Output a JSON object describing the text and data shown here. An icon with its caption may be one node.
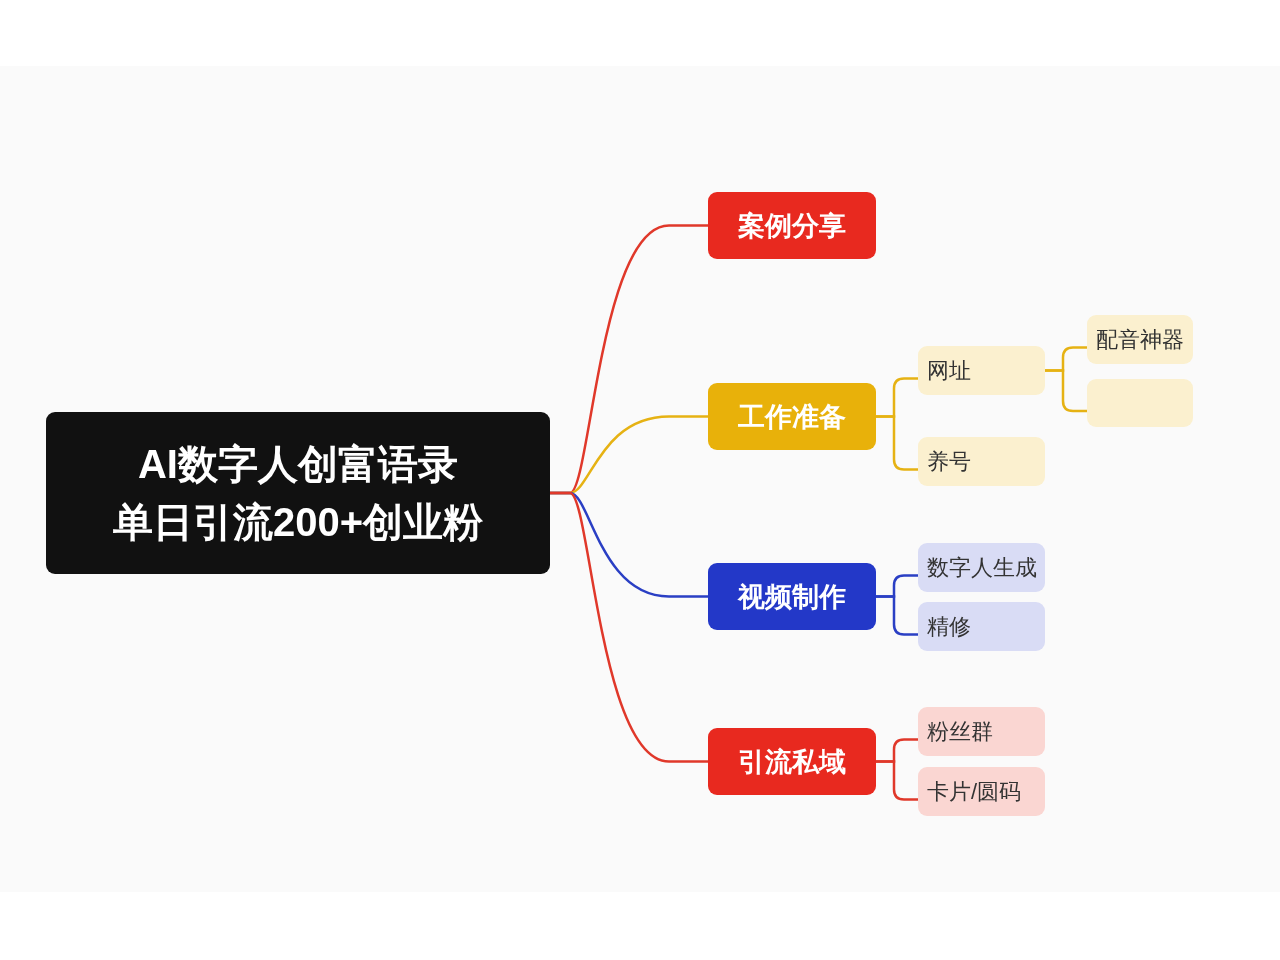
{
  "diagram": {
    "nodes": [
      {
        "text": [
          "AI数字人创富语录单日引流200+创业粉"
        ]
      },
      {
        "text": [
          "案例分享"
        ]
      },
      {
        "text": [
          "工作准备"
        ]
      },
      {
        "text": [
          "网址"
        ]
      },
      {
        "text": [
          "配音神器"
        ]
      },
      {
        "text": [],
        "shape": "box"
      },
      {
        "text": [
          "养号"
        ]
      },
      {
        "text": [
          "视频制作"
        ]
      },
      {
        "text": [
          "数字人生成"
        ]
      },
      {
        "text": [
          "精修"
        ]
      },
      {
        "text": [
          "引流私域"
        ]
      },
      {
        "text": [
          "粉丝群"
        ]
      },
      {
        "text": [
          "卡片/圆码"
        ]
      }
    ],
    "edges": [
      {
        "from": 0,
        "to": 1,
        "arrow": "none",
        "color": "#e0382a"
      },
      {
        "from": 0,
        "to": 2,
        "arrow": "none",
        "color": "#e6b213"
      },
      {
        "from": 2,
        "to": 3,
        "arrow": "none",
        "color": "#e6b213"
      },
      {
        "from": 3,
        "to": 4,
        "arrow": "none",
        "color": "#e6b213"
      },
      {
        "from": 3,
        "to": 5,
        "arrow": "none",
        "color": "#e6b213"
      },
      {
        "from": 2,
        "to": 6,
        "arrow": "none",
        "color": "#e6b213"
      },
      {
        "from": 0,
        "to": 7,
        "arrow": "none",
        "color": "#2a3fc4"
      },
      {
        "from": 7,
        "to": 8,
        "arrow": "none",
        "color": "#2a3fc4"
      },
      {
        "from": 7,
        "to": 9,
        "arrow": "none",
        "color": "#2a3fc4"
      },
      {
        "from": 0,
        "to": 10,
        "arrow": "none",
        "color": "#e0382a"
      },
      {
        "from": 10,
        "to": 11,
        "arrow": "none",
        "color": "#e0382a"
      },
      {
        "from": 10,
        "to": 12,
        "arrow": "none",
        "color": "#e0382a"
      }
    ]
  }
}
